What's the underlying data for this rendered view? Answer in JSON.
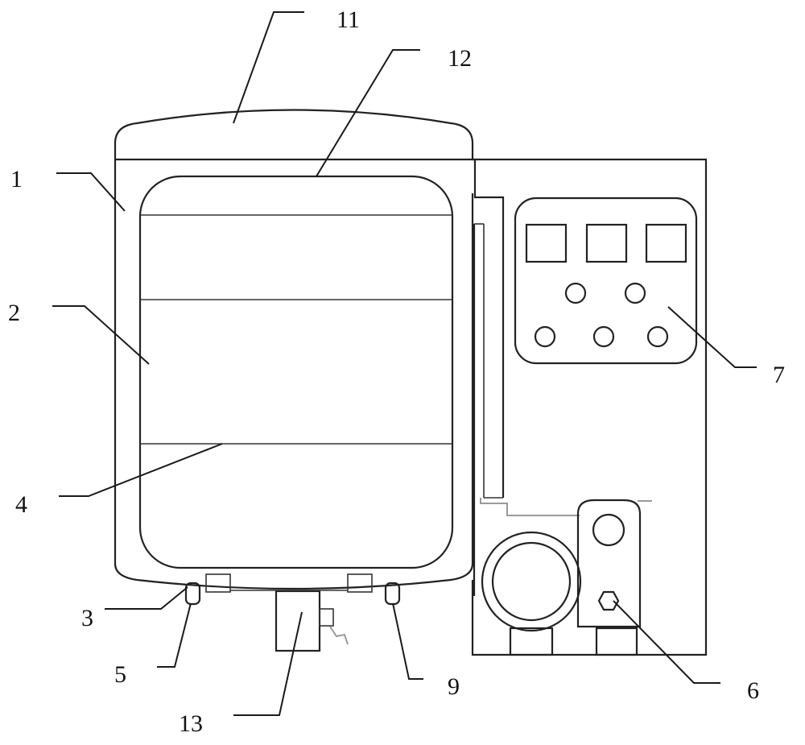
{
  "figure": {
    "labels": [
      "11",
      "12",
      "1",
      "2",
      "4",
      "3",
      "5",
      "13",
      "9",
      "7",
      "6"
    ]
  },
  "palette": {
    "line": "#222222",
    "background": "#ffffff",
    "faint": "#9a9a9a"
  }
}
